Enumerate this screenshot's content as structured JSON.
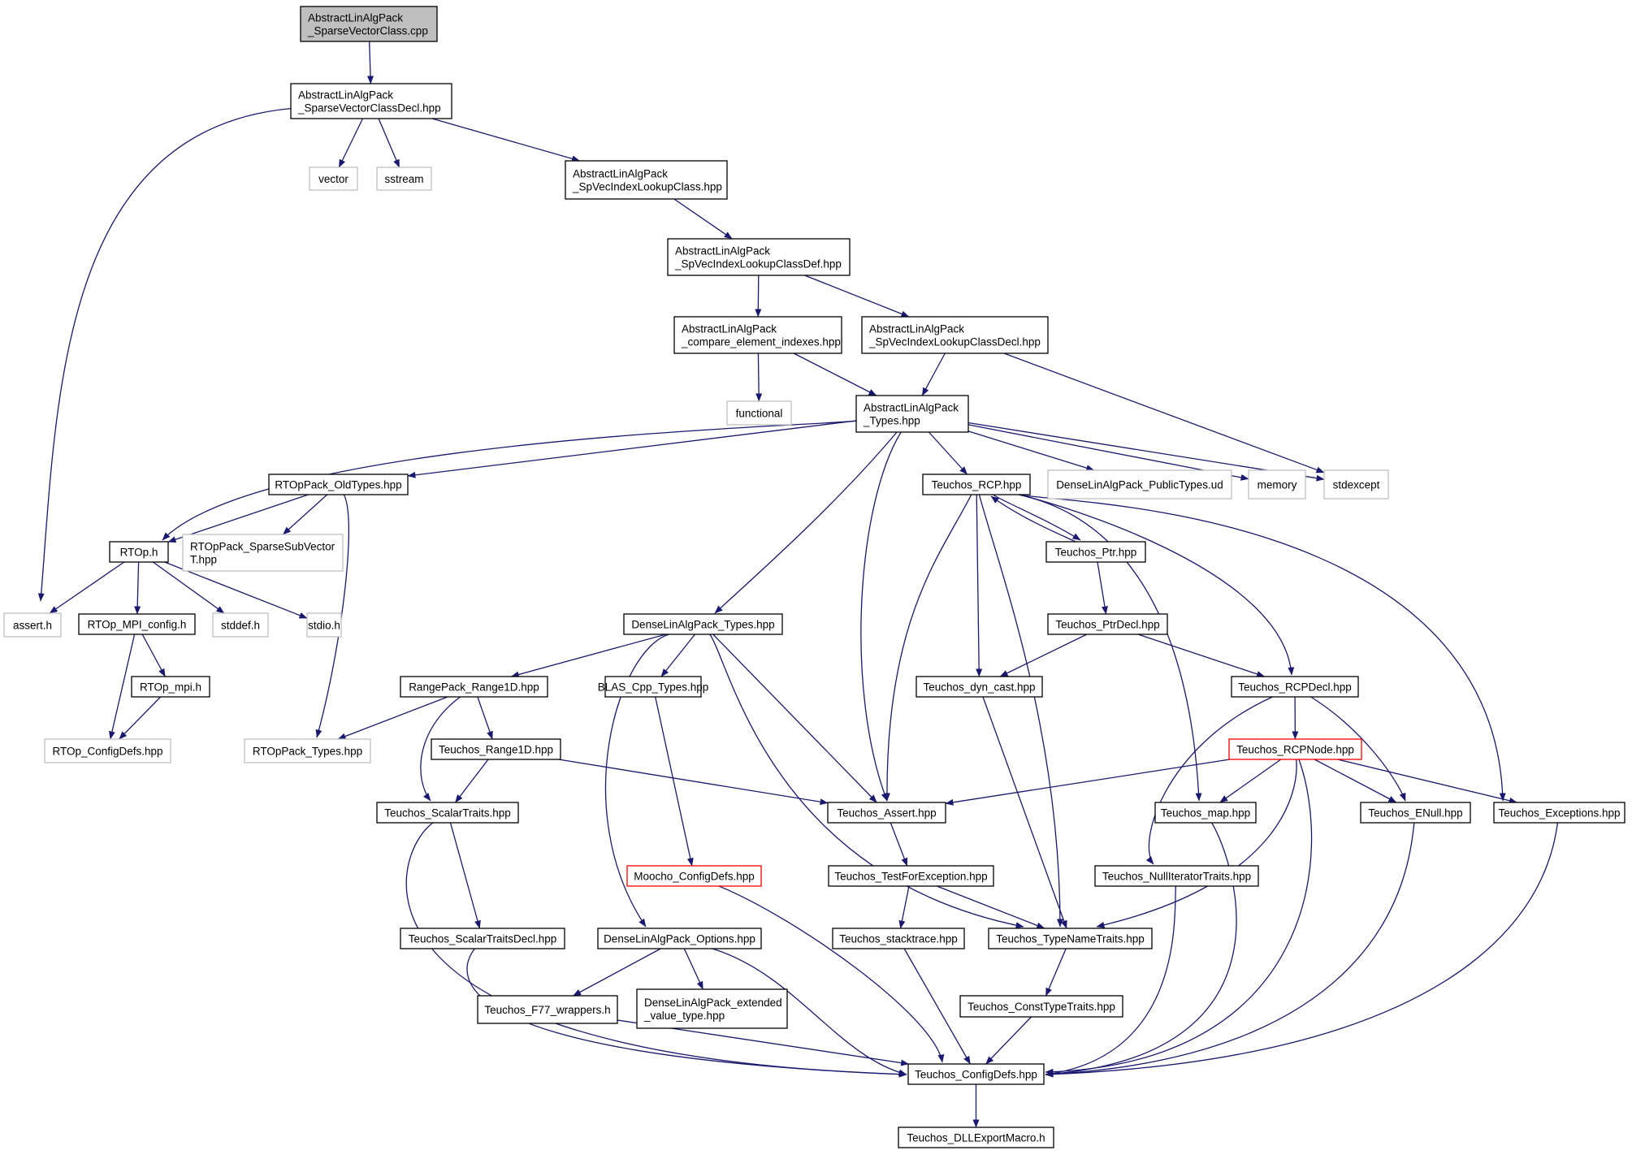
{
  "colors": {
    "edge": "#191970",
    "border_normal": "#000000",
    "border_external": "#bfbfbf",
    "border_truncated": "#ff0000",
    "fill_root": "#bfbfbf",
    "fill_default": "#ffffff"
  },
  "nodes": [
    {
      "id": "n_root",
      "lines": [
        "AbstractLinAlgPack",
        "_SparseVectorClass.cpp"
      ],
      "kind": "root"
    },
    {
      "id": "n_svdecl",
      "lines": [
        "AbstractLinAlgPack",
        "_SparseVectorClassDecl.hpp"
      ],
      "kind": "normal"
    },
    {
      "id": "n_vector",
      "lines": [
        "vector"
      ],
      "kind": "external"
    },
    {
      "id": "n_sstream",
      "lines": [
        "sstream"
      ],
      "kind": "external"
    },
    {
      "id": "n_spvlc",
      "lines": [
        "AbstractLinAlgPack",
        "_SpVecIndexLookupClass.hpp"
      ],
      "kind": "normal"
    },
    {
      "id": "n_spvlcdef",
      "lines": [
        "AbstractLinAlgPack",
        "_SpVecIndexLookupClassDef.hpp"
      ],
      "kind": "normal"
    },
    {
      "id": "n_compare",
      "lines": [
        "AbstractLinAlgPack",
        "_compare_element_indexes.hpp"
      ],
      "kind": "normal"
    },
    {
      "id": "n_spvlcdecl",
      "lines": [
        "AbstractLinAlgPack",
        "_SpVecIndexLookupClassDecl.hpp"
      ],
      "kind": "normal"
    },
    {
      "id": "n_functional",
      "lines": [
        "functional"
      ],
      "kind": "external"
    },
    {
      "id": "n_types",
      "lines": [
        "AbstractLinAlgPack",
        "_Types.hpp"
      ],
      "kind": "normal"
    },
    {
      "id": "n_oldtypes",
      "lines": [
        "RTOpPack_OldTypes.hpp"
      ],
      "kind": "normal"
    },
    {
      "id": "n_teuchosrcp",
      "lines": [
        "Teuchos_RCP.hpp"
      ],
      "kind": "normal"
    },
    {
      "id": "n_dlapubtypes",
      "lines": [
        "DenseLinAlgPack_PublicTypes.ud"
      ],
      "kind": "external"
    },
    {
      "id": "n_memory",
      "lines": [
        "memory"
      ],
      "kind": "external"
    },
    {
      "id": "n_stdexcept",
      "lines": [
        "stdexcept"
      ],
      "kind": "external"
    },
    {
      "id": "n_rtop",
      "lines": [
        "RTOp.h"
      ],
      "kind": "normal"
    },
    {
      "id": "n_sparsesub",
      "lines": [
        "RTOpPack_SparseSubVector",
        "T.hpp"
      ],
      "kind": "external"
    },
    {
      "id": "n_ptr",
      "lines": [
        "Teuchos_Ptr.hpp"
      ],
      "kind": "normal"
    },
    {
      "id": "n_asserth",
      "lines": [
        "assert.h"
      ],
      "kind": "external"
    },
    {
      "id": "n_mpiconfig",
      "lines": [
        "RTOp_MPI_config.h"
      ],
      "kind": "normal"
    },
    {
      "id": "n_stddef",
      "lines": [
        "stddef.h"
      ],
      "kind": "external"
    },
    {
      "id": "n_stdio",
      "lines": [
        "stdio.h"
      ],
      "kind": "external"
    },
    {
      "id": "n_dlatypes",
      "lines": [
        "DenseLinAlgPack_Types.hpp"
      ],
      "kind": "normal"
    },
    {
      "id": "n_ptrdecl",
      "lines": [
        "Teuchos_PtrDecl.hpp"
      ],
      "kind": "normal"
    },
    {
      "id": "n_mpi",
      "lines": [
        "RTOp_mpi.h"
      ],
      "kind": "normal"
    },
    {
      "id": "n_range1dpack",
      "lines": [
        "RangePack_Range1D.hpp"
      ],
      "kind": "normal"
    },
    {
      "id": "n_blas",
      "lines": [
        "BLAS_Cpp_Types.hpp"
      ],
      "kind": "normal"
    },
    {
      "id": "n_dyncast",
      "lines": [
        "Teuchos_dyn_cast.hpp"
      ],
      "kind": "normal"
    },
    {
      "id": "n_rcpdecl",
      "lines": [
        "Teuchos_RCPDecl.hpp"
      ],
      "kind": "normal"
    },
    {
      "id": "n_rtopconfig",
      "lines": [
        "RTOp_ConfigDefs.hpp"
      ],
      "kind": "external"
    },
    {
      "id": "n_rtoppacktypes",
      "lines": [
        "RTOpPack_Types.hpp"
      ],
      "kind": "external"
    },
    {
      "id": "n_range1d",
      "lines": [
        "Teuchos_Range1D.hpp"
      ],
      "kind": "normal"
    },
    {
      "id": "n_rcpnode",
      "lines": [
        "Teuchos_RCPNode.hpp"
      ],
      "kind": "truncated"
    },
    {
      "id": "n_scalartraits",
      "lines": [
        "Teuchos_ScalarTraits.hpp"
      ],
      "kind": "normal"
    },
    {
      "id": "n_assert",
      "lines": [
        "Teuchos_Assert.hpp"
      ],
      "kind": "normal"
    },
    {
      "id": "n_map",
      "lines": [
        "Teuchos_map.hpp"
      ],
      "kind": "normal"
    },
    {
      "id": "n_enull",
      "lines": [
        "Teuchos_ENull.hpp"
      ],
      "kind": "normal"
    },
    {
      "id": "n_exceptions",
      "lines": [
        "Teuchos_Exceptions.hpp"
      ],
      "kind": "normal"
    },
    {
      "id": "n_mooconfig",
      "lines": [
        "Moocho_ConfigDefs.hpp"
      ],
      "kind": "truncated"
    },
    {
      "id": "n_testforexc",
      "lines": [
        "Teuchos_TestForException.hpp"
      ],
      "kind": "normal"
    },
    {
      "id": "n_nulliter",
      "lines": [
        "Teuchos_NullIteratorTraits.hpp"
      ],
      "kind": "normal"
    },
    {
      "id": "n_scalartraitsdecl",
      "lines": [
        "Teuchos_ScalarTraitsDecl.hpp"
      ],
      "kind": "normal"
    },
    {
      "id": "n_dlaoptions",
      "lines": [
        "DenseLinAlgPack_Options.hpp"
      ],
      "kind": "normal"
    },
    {
      "id": "n_stacktrace",
      "lines": [
        "Teuchos_stacktrace.hpp"
      ],
      "kind": "normal"
    },
    {
      "id": "n_typenametraits",
      "lines": [
        "Teuchos_TypeNameTraits.hpp"
      ],
      "kind": "normal"
    },
    {
      "id": "n_f77",
      "lines": [
        "Teuchos_F77_wrappers.h"
      ],
      "kind": "normal"
    },
    {
      "id": "n_dlaext",
      "lines": [
        "DenseLinAlgPack_extended",
        "_value_type.hpp"
      ],
      "kind": "normal"
    },
    {
      "id": "n_consttypetraits",
      "lines": [
        "Teuchos_ConstTypeTraits.hpp"
      ],
      "kind": "normal"
    },
    {
      "id": "n_configdefs",
      "lines": [
        "Teuchos_ConfigDefs.hpp"
      ],
      "kind": "normal"
    },
    {
      "id": "n_dllexport",
      "lines": [
        "Teuchos_DLLExportMacro.h"
      ],
      "kind": "normal"
    }
  ],
  "edges": [
    [
      "n_root",
      "n_svdecl"
    ],
    [
      "n_svdecl",
      "n_vector"
    ],
    [
      "n_svdecl",
      "n_sstream"
    ],
    [
      "n_svdecl",
      "n_spvlc"
    ],
    [
      "n_svdecl",
      "n_asserth"
    ],
    [
      "n_spvlc",
      "n_spvlcdef"
    ],
    [
      "n_spvlcdef",
      "n_compare"
    ],
    [
      "n_spvlcdef",
      "n_spvlcdecl"
    ],
    [
      "n_compare",
      "n_functional"
    ],
    [
      "n_compare",
      "n_types"
    ],
    [
      "n_spvlcdecl",
      "n_types"
    ],
    [
      "n_spvlcdecl",
      "n_stdexcept"
    ],
    [
      "n_types",
      "n_oldtypes"
    ],
    [
      "n_types",
      "n_rtop"
    ],
    [
      "n_types",
      "n_teuchosrcp"
    ],
    [
      "n_types",
      "n_dlapubtypes"
    ],
    [
      "n_types",
      "n_memory"
    ],
    [
      "n_types",
      "n_stdexcept"
    ],
    [
      "n_types",
      "n_dlatypes"
    ],
    [
      "n_types",
      "n_assert"
    ],
    [
      "n_oldtypes",
      "n_rtop"
    ],
    [
      "n_oldtypes",
      "n_sparsesub"
    ],
    [
      "n_oldtypes",
      "n_rtoppacktypes"
    ],
    [
      "n_rtop",
      "n_asserth"
    ],
    [
      "n_rtop",
      "n_mpiconfig"
    ],
    [
      "n_rtop",
      "n_stddef"
    ],
    [
      "n_rtop",
      "n_stdio"
    ],
    [
      "n_mpiconfig",
      "n_mpi"
    ],
    [
      "n_mpiconfig",
      "n_rtopconfig"
    ],
    [
      "n_mpi",
      "n_rtopconfig"
    ],
    [
      "n_teuchosrcp",
      "n_ptr"
    ],
    [
      "n_ptr",
      "n_teuchosrcp"
    ],
    [
      "n_ptr",
      "n_ptrdecl"
    ],
    [
      "n_ptrdecl",
      "n_dyncast"
    ],
    [
      "n_ptrdecl",
      "n_rcpdecl"
    ],
    [
      "n_teuchosrcp",
      "n_dyncast"
    ],
    [
      "n_teuchosrcp",
      "n_assert"
    ],
    [
      "n_teuchosrcp",
      "n_typenametraits"
    ],
    [
      "n_teuchosrcp",
      "n_map"
    ],
    [
      "n_teuchosrcp",
      "n_rcpdecl"
    ],
    [
      "n_teuchosrcp",
      "n_exceptions"
    ],
    [
      "n_dlatypes",
      "n_range1dpack"
    ],
    [
      "n_dlatypes",
      "n_blas"
    ],
    [
      "n_dlatypes",
      "n_assert"
    ],
    [
      "n_dlatypes",
      "n_dlaoptions"
    ],
    [
      "n_dlatypes",
      "n_typenametraits"
    ],
    [
      "n_range1dpack",
      "n_rtoppacktypes"
    ],
    [
      "n_range1dpack",
      "n_range1d"
    ],
    [
      "n_range1dpack",
      "n_scalartraits"
    ],
    [
      "n_range1d",
      "n_scalartraits"
    ],
    [
      "n_range1d",
      "n_assert"
    ],
    [
      "n_blas",
      "n_mooconfig"
    ],
    [
      "n_mooconfig",
      "n_configdefs"
    ],
    [
      "n_dyncast",
      "n_typenametraits"
    ],
    [
      "n_rcpdecl",
      "n_rcpnode"
    ],
    [
      "n_rcpdecl",
      "n_nulliter"
    ],
    [
      "n_rcpdecl",
      "n_enull"
    ],
    [
      "n_rcpnode",
      "n_assert"
    ],
    [
      "n_rcpnode",
      "n_map"
    ],
    [
      "n_rcpnode",
      "n_enull"
    ],
    [
      "n_rcpnode",
      "n_exceptions"
    ],
    [
      "n_rcpnode",
      "n_typenametraits"
    ],
    [
      "n_rcpnode",
      "n_configdefs"
    ],
    [
      "n_assert",
      "n_testforexc"
    ],
    [
      "n_testforexc",
      "n_stacktrace"
    ],
    [
      "n_testforexc",
      "n_typenametraits"
    ],
    [
      "n_typenametraits",
      "n_consttypetraits"
    ],
    [
      "n_consttypetraits",
      "n_configdefs"
    ],
    [
      "n_stacktrace",
      "n_configdefs"
    ],
    [
      "n_scalartraits",
      "n_scalartraitsdecl"
    ],
    [
      "n_scalartraits",
      "n_configdefs"
    ],
    [
      "n_scalartraitsdecl",
      "n_configdefs"
    ],
    [
      "n_dlaoptions",
      "n_f77"
    ],
    [
      "n_dlaoptions",
      "n_dlaext"
    ],
    [
      "n_dlaoptions",
      "n_configdefs"
    ],
    [
      "n_f77",
      "n_configdefs"
    ],
    [
      "n_map",
      "n_configdefs"
    ],
    [
      "n_nulliter",
      "n_configdefs"
    ],
    [
      "n_enull",
      "n_configdefs"
    ],
    [
      "n_exceptions",
      "n_configdefs"
    ],
    [
      "n_configdefs",
      "n_dllexport"
    ]
  ]
}
